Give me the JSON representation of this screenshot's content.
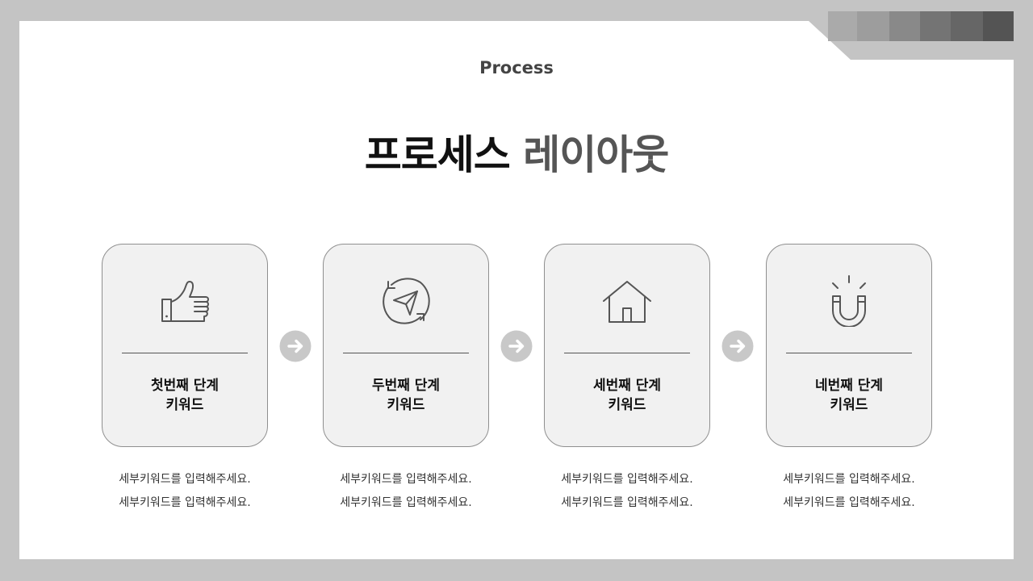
{
  "header": {
    "kicker": "Process",
    "title_main": "프로세스",
    "title_accent": "레이아웃"
  },
  "steps": [
    {
      "icon": "thumbs-up-icon",
      "name": "첫번째 단계",
      "keyword": "키워드",
      "desc_line1": "세부키워드를 입력해주세요.",
      "desc_line2": "세부키워드를 입력해주세요."
    },
    {
      "icon": "paper-plane-refresh-icon",
      "name": "두번째 단계",
      "keyword": "키워드",
      "desc_line1": "세부키워드를 입력해주세요.",
      "desc_line2": "세부키워드를 입력해주세요."
    },
    {
      "icon": "house-icon",
      "name": "세번째 단계",
      "keyword": "키워드",
      "desc_line1": "세부키워드를 입력해주세요.",
      "desc_line2": "세부키워드를 입력해주세요."
    },
    {
      "icon": "magnet-icon",
      "name": "네번째 단계",
      "keyword": "키워드",
      "desc_line1": "세부키워드를 입력해주세요.",
      "desc_line2": "세부키워드를 입력해주세요."
    }
  ],
  "colors": {
    "frame": "#c4c4c4",
    "card_fill": "#f1f1f1",
    "card_border": "#8f8f8f",
    "arrow": "#c8c8c8",
    "title_accent": "#555555",
    "swatches": [
      "#aaaaaa",
      "#9d9d9d",
      "#898989",
      "#747474",
      "#666666",
      "#545454"
    ]
  }
}
